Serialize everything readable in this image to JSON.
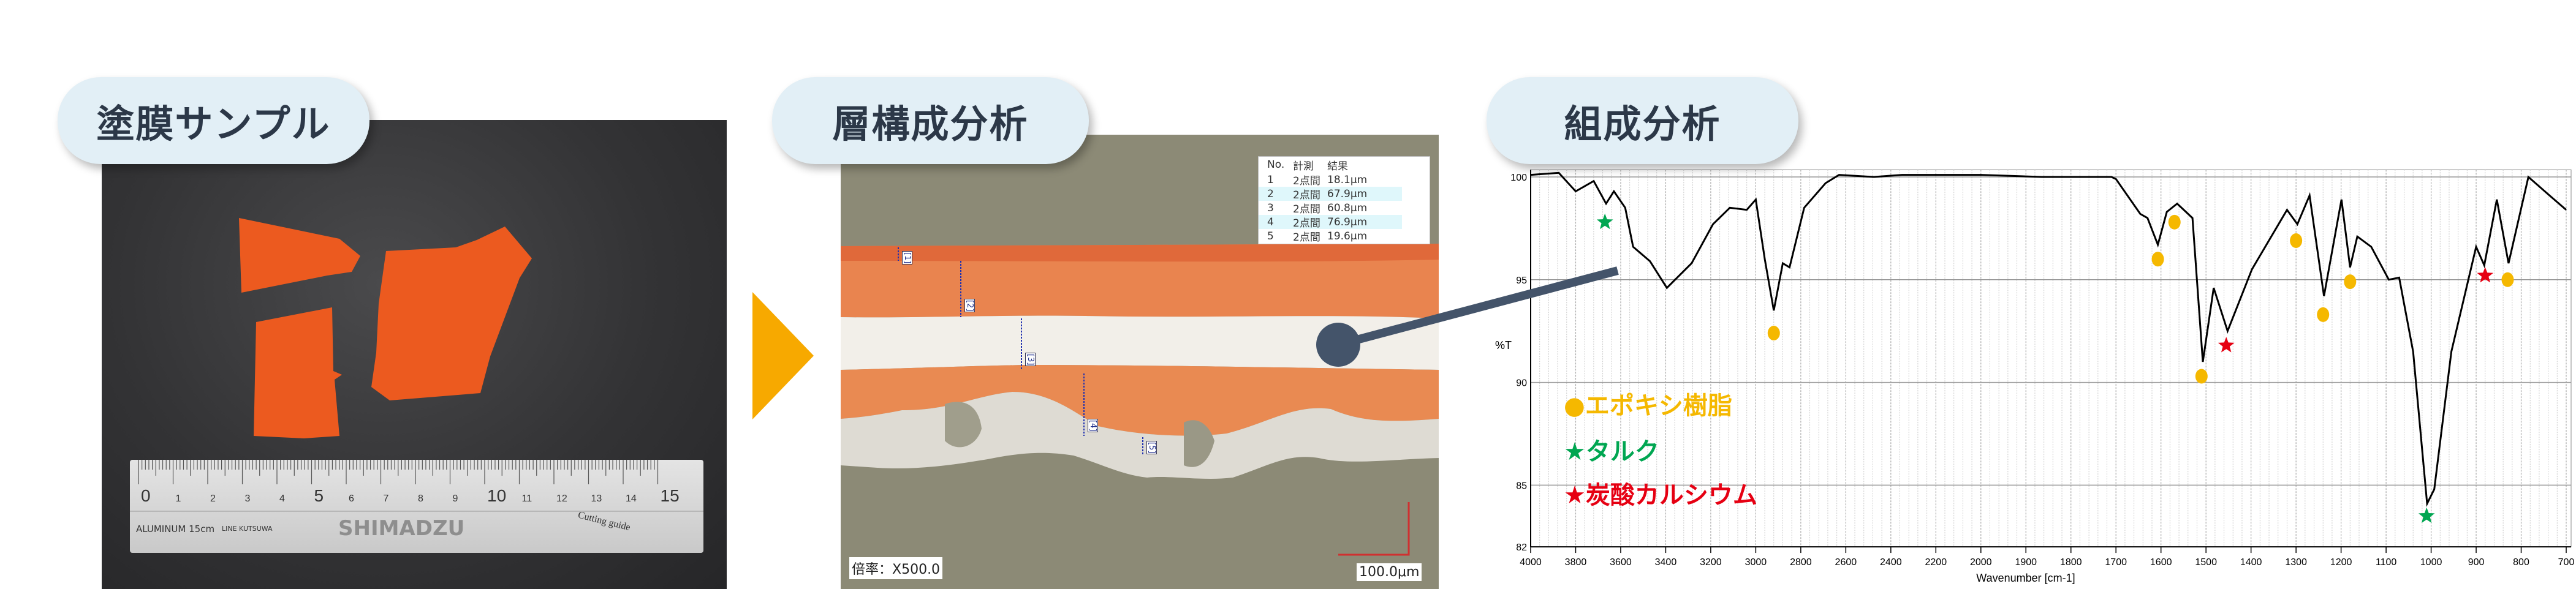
{
  "labels": {
    "sample": "塗膜サンプル",
    "layer": "層構成分析",
    "composition": "組成分析"
  },
  "photo": {
    "ruler_numbers": [
      "0",
      "1",
      "2",
      "3",
      "4",
      "5",
      "6",
      "7",
      "8",
      "9",
      "10",
      "11",
      "12",
      "13",
      "14",
      "15"
    ],
    "ruler_text_left": "ALUMINUM 15cm",
    "ruler_brand_small": "LINE KUTSUWA",
    "ruler_brand": "SHIMADZU",
    "ruler_guide": "Cutting guide"
  },
  "micro": {
    "table": {
      "headers": [
        "No.",
        "計測",
        "結果"
      ],
      "rows": [
        [
          "1",
          "2点間",
          "18.1μm"
        ],
        [
          "2",
          "2点間",
          "67.9μm"
        ],
        [
          "3",
          "2点間",
          "60.8μm"
        ],
        [
          "4",
          "2点間",
          "76.9μm"
        ],
        [
          "5",
          "2点間",
          "19.6μm"
        ]
      ]
    },
    "markers": [
      "[1]",
      "[2]",
      "[3]",
      "[4]",
      "[5]"
    ],
    "magnification": "倍率：X500.0",
    "scale_bar": "100.0μm"
  },
  "legend": {
    "epoxy": "●エポキシ樹脂",
    "talc": "★タルク",
    "calcium": "★炭酸カルシウム"
  },
  "colors": {
    "epoxy": "#f5b800",
    "talc": "#00a651",
    "calcium": "#e60012",
    "accent_arrow": "#f7a900",
    "pointer": "#44546a"
  },
  "chart_data": {
    "type": "line",
    "title": "",
    "xlabel": "Wavenumber [cm-1]",
    "ylabel": "%T",
    "xlim": [
      4000,
      700
    ],
    "ylim": [
      82,
      100
    ],
    "xticks": [
      4000,
      3800,
      3600,
      3400,
      3200,
      3000,
      2800,
      2600,
      2400,
      2200,
      2000,
      1900,
      1800,
      1700,
      1600,
      1500,
      1400,
      1300,
      1200,
      1100,
      1000,
      900,
      800,
      700
    ],
    "yticks": [
      100,
      95,
      90,
      85,
      82
    ],
    "grid": true,
    "series": [
      {
        "name": "spectrum",
        "points": [
          [
            4000,
            100.1
          ],
          [
            3875,
            100.2
          ],
          [
            3800,
            99.3
          ],
          [
            3720,
            99.8
          ],
          [
            3665,
            98.7
          ],
          [
            3630,
            99.3
          ],
          [
            3580,
            98.5
          ],
          [
            3545,
            96.6
          ],
          [
            3470,
            95.9
          ],
          [
            3395,
            94.6
          ],
          [
            3285,
            95.8
          ],
          [
            3190,
            97.7
          ],
          [
            3115,
            98.5
          ],
          [
            3040,
            98.4
          ],
          [
            3000,
            98.9
          ],
          [
            2960,
            96.0
          ],
          [
            2920,
            93.5
          ],
          [
            2880,
            95.8
          ],
          [
            2850,
            95.6
          ],
          [
            2785,
            98.5
          ],
          [
            2690,
            99.7
          ],
          [
            2630,
            100.1
          ],
          [
            2475,
            100.0
          ],
          [
            2350,
            100.1
          ],
          [
            2040,
            100.1
          ],
          [
            2000,
            100.1
          ],
          [
            1865,
            100.0
          ],
          [
            1710,
            100.0
          ],
          [
            1700,
            99.9
          ],
          [
            1646,
            98.2
          ],
          [
            1630,
            98.0
          ],
          [
            1607,
            96.7
          ],
          [
            1587,
            98.3
          ],
          [
            1564,
            98.7
          ],
          [
            1530,
            98.0
          ],
          [
            1507,
            91.0
          ],
          [
            1483,
            94.6
          ],
          [
            1452,
            92.5
          ],
          [
            1398,
            95.5
          ],
          [
            1320,
            98.4
          ],
          [
            1297,
            97.7
          ],
          [
            1270,
            99.1
          ],
          [
            1238,
            94.2
          ],
          [
            1199,
            98.9
          ],
          [
            1180,
            95.6
          ],
          [
            1164,
            97.1
          ],
          [
            1133,
            96.6
          ],
          [
            1094,
            95.0
          ],
          [
            1071,
            95.1
          ],
          [
            1040,
            91.5
          ],
          [
            1009,
            84.1
          ],
          [
            993,
            84.8
          ],
          [
            955,
            91.5
          ],
          [
            900,
            96.6
          ],
          [
            882,
            95.7
          ],
          [
            854,
            98.9
          ],
          [
            828,
            95.8
          ],
          [
            784,
            100.0
          ],
          [
            737,
            99.1
          ],
          [
            700,
            98.4
          ]
        ]
      }
    ],
    "annotations": {
      "epoxy_circles": [
        [
          2920,
          92.4
        ],
        [
          1607,
          96.0
        ],
        [
          1570,
          97.8
        ],
        [
          1510,
          90.3
        ],
        [
          1300,
          96.9
        ],
        [
          1240,
          93.3
        ],
        [
          1180,
          94.9
        ],
        [
          830,
          95.0
        ]
      ],
      "talc_stars": [
        [
          3670,
          97.8
        ],
        [
          1010,
          83.5
        ]
      ],
      "calcium_stars": [
        [
          1455,
          91.8
        ],
        [
          880,
          95.2
        ]
      ]
    }
  }
}
